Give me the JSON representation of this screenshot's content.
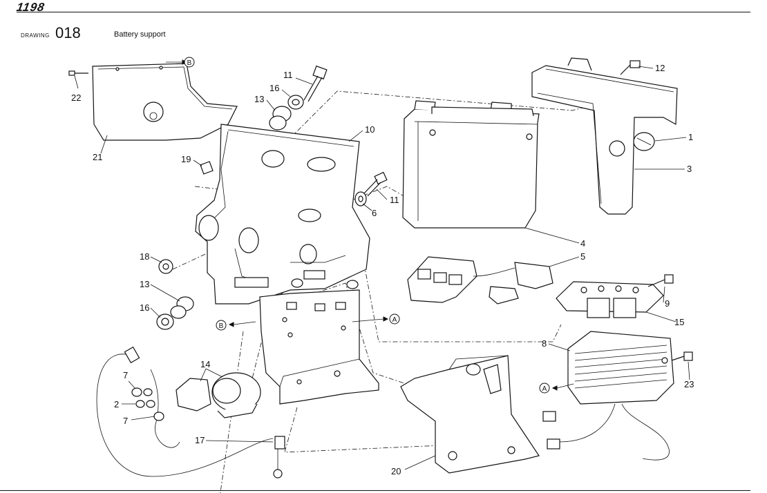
{
  "header": {
    "brand": "1198",
    "drawing_label": "DRAWING",
    "drawing_number": "018",
    "title": "Battery support"
  },
  "callouts": [
    {
      "id": "c22",
      "text": "22"
    },
    {
      "id": "c21",
      "text": "21"
    },
    {
      "id": "c11a",
      "text": "11"
    },
    {
      "id": "c16a",
      "text": "16"
    },
    {
      "id": "c13a",
      "text": "13"
    },
    {
      "id": "c10",
      "text": "10"
    },
    {
      "id": "c19",
      "text": "19"
    },
    {
      "id": "c11b",
      "text": "11"
    },
    {
      "id": "c6",
      "text": "6"
    },
    {
      "id": "c12",
      "text": "12"
    },
    {
      "id": "c1",
      "text": "1"
    },
    {
      "id": "c3",
      "text": "3"
    },
    {
      "id": "c4",
      "text": "4"
    },
    {
      "id": "c5",
      "text": "5"
    },
    {
      "id": "c18",
      "text": "18"
    },
    {
      "id": "c13b",
      "text": "13"
    },
    {
      "id": "c16b",
      "text": "16"
    },
    {
      "id": "c9",
      "text": "9"
    },
    {
      "id": "c15",
      "text": "15"
    },
    {
      "id": "c8",
      "text": "8"
    },
    {
      "id": "c23",
      "text": "23"
    },
    {
      "id": "c14",
      "text": "14"
    },
    {
      "id": "c7a",
      "text": "7"
    },
    {
      "id": "c2",
      "text": "2"
    },
    {
      "id": "c7b",
      "text": "7"
    },
    {
      "id": "c17",
      "text": "17"
    },
    {
      "id": "c20",
      "text": "20"
    }
  ],
  "references": [
    {
      "id": "refB1",
      "text": "B"
    },
    {
      "id": "refB2",
      "text": "B"
    },
    {
      "id": "refA1",
      "text": "A"
    },
    {
      "id": "refA2",
      "text": "A"
    }
  ]
}
